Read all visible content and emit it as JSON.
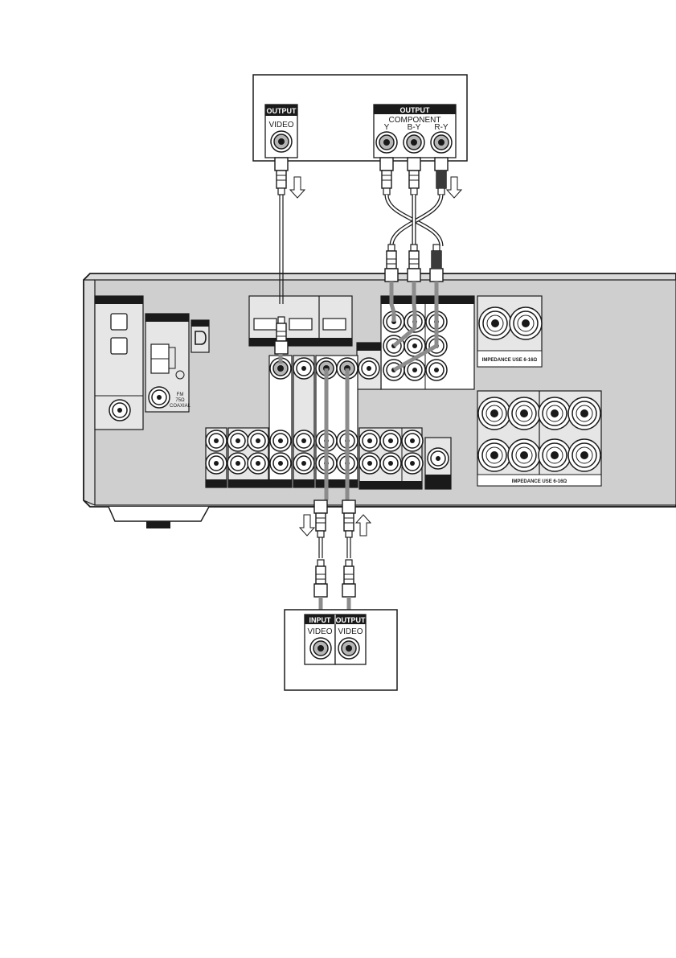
{
  "top_device": {
    "video_output": {
      "header": "OUTPUT",
      "jack_label": "VIDEO"
    },
    "component_output": {
      "header": "OUTPUT",
      "group_label": "COMPONENT",
      "jack_labels": [
        "Y",
        "B-Y",
        "R-Y"
      ]
    }
  },
  "receiver": {
    "front_speakers_label": "IMPEDANCE USE 6-16Ω",
    "surround_speakers_label": "IMPEDANCE USE 6-16Ω",
    "antenna_label_lines": [
      "FM",
      "75Ω",
      "COAXIAL"
    ]
  },
  "bottom_device": {
    "input": {
      "header": "INPUT",
      "jack_label": "VIDEO"
    },
    "output": {
      "header": "OUTPUT",
      "jack_label": "VIDEO"
    }
  },
  "colors": {
    "line": "#1a1a1a",
    "panel": "#d2d2d2",
    "cable_gray": "#8c8c8c",
    "dark_header": "#1a1a1a"
  }
}
